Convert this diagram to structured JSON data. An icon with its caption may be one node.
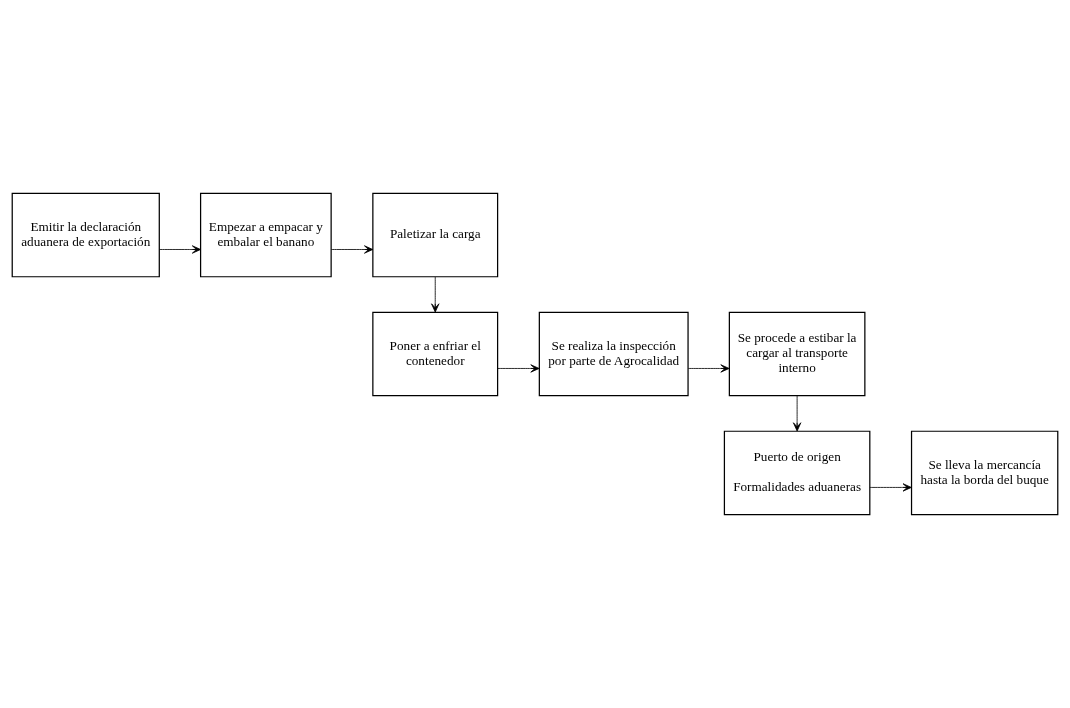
{
  "diagram": {
    "nodes": [
      {
        "text": [
          "Emitir la declaración aduanera de exportación"
        ]
      },
      {
        "text": [
          "Empezar a empacar y embalar el banano"
        ]
      },
      {
        "text": [
          "Paletizar la carga"
        ]
      },
      {
        "text": [
          "Poner a enfriar el contenedor"
        ]
      },
      {
        "text": [
          "Se realiza la inspección por parte de Agrocalidad"
        ]
      },
      {
        "text": [
          "Se procede a estibar la cargar al transporte interno"
        ]
      },
      {
        "text": [
          "Puerto de origen",
          "Formalidades aduaneras"
        ]
      },
      {
        "text": [
          "Se lleva la mercancía hasta la borda del buque"
        ]
      }
    ],
    "edges": [
      {
        "from": 0,
        "to": 1,
        "arrow": "to"
      },
      {
        "from": 1,
        "to": 2,
        "arrow": "to"
      },
      {
        "from": 2,
        "to": 3,
        "arrow": "to"
      },
      {
        "from": 3,
        "to": 4,
        "arrow": "to"
      },
      {
        "from": 4,
        "to": 5,
        "arrow": "to"
      },
      {
        "from": 5,
        "to": 6,
        "arrow": "to"
      },
      {
        "from": 6,
        "to": 7,
        "arrow": "to"
      }
    ]
  }
}
